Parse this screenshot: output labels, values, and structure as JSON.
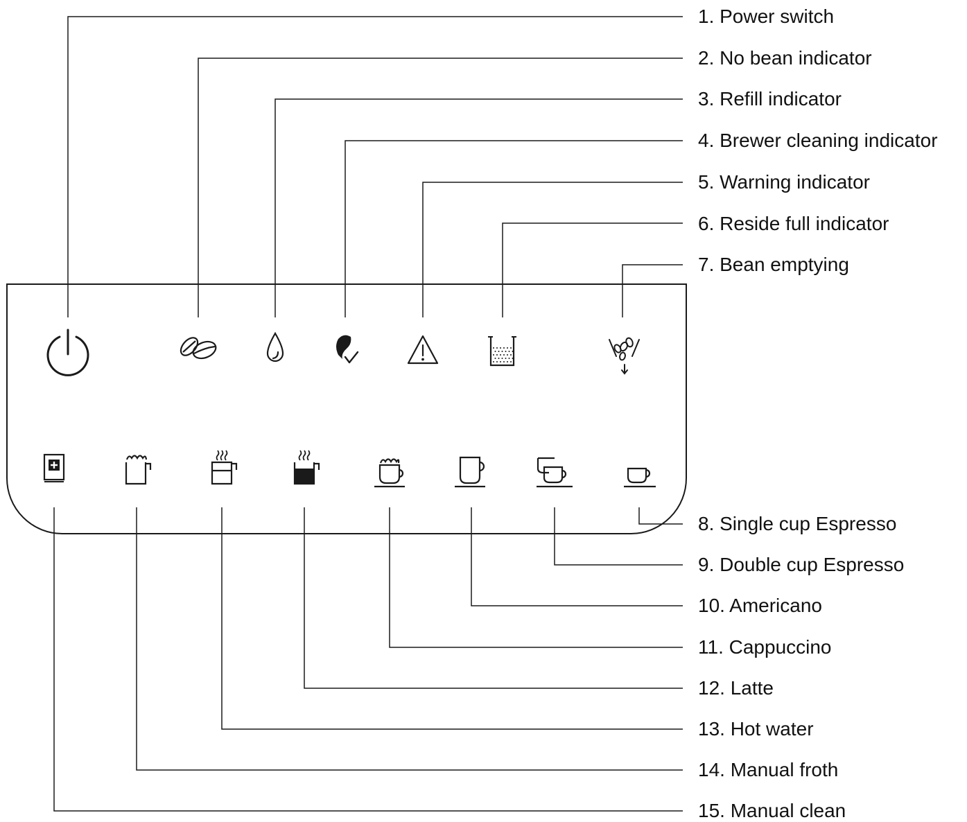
{
  "diagram": {
    "colors": {
      "stroke": "#1a1a1a",
      "background": "#ffffff",
      "text": "#111111"
    },
    "top_indicators": [
      {
        "number": "1",
        "label": "1. Power switch",
        "icon": "power-icon",
        "interactable": true
      },
      {
        "number": "2",
        "label": "2. No bean indicator",
        "icon": "coffee-bean-icon",
        "interactable": false
      },
      {
        "number": "3",
        "label": "3. Refill indicator",
        "icon": "water-drop-icon",
        "interactable": false
      },
      {
        "number": "4",
        "label": "4. Brewer cleaning indicator",
        "icon": "brewer-cleaning-icon",
        "interactable": false
      },
      {
        "number": "5",
        "label": "5. Warning indicator",
        "icon": "warning-triangle-icon",
        "interactable": false
      },
      {
        "number": "6",
        "label": "6. Reside full indicator",
        "icon": "residue-container-icon",
        "interactable": false
      },
      {
        "number": "7",
        "label": "7. Bean emptying",
        "icon": "bean-emptying-icon",
        "interactable": true
      }
    ],
    "bottom_buttons": [
      {
        "number": "8",
        "label": "8. Single cup Espresso",
        "icon": "single-espresso-cup-icon",
        "interactable": true
      },
      {
        "number": "9",
        "label": "9. Double cup Espresso",
        "icon": "double-espresso-cup-icon",
        "interactable": true
      },
      {
        "number": "10",
        "label": "10. Americano",
        "icon": "americano-cup-icon",
        "interactable": true
      },
      {
        "number": "11",
        "label": "11. Cappuccino",
        "icon": "cappuccino-cup-icon",
        "interactable": true
      },
      {
        "number": "12",
        "label": "12. Latte",
        "icon": "latte-mug-icon",
        "interactable": true
      },
      {
        "number": "13",
        "label": "13. Hot water",
        "icon": "hot-water-mug-icon",
        "interactable": true
      },
      {
        "number": "14",
        "label": "14. Manual froth",
        "icon": "froth-mug-icon",
        "interactable": true
      },
      {
        "number": "15",
        "label": "15. Manual clean",
        "icon": "manual-clean-icon",
        "interactable": true
      }
    ]
  }
}
